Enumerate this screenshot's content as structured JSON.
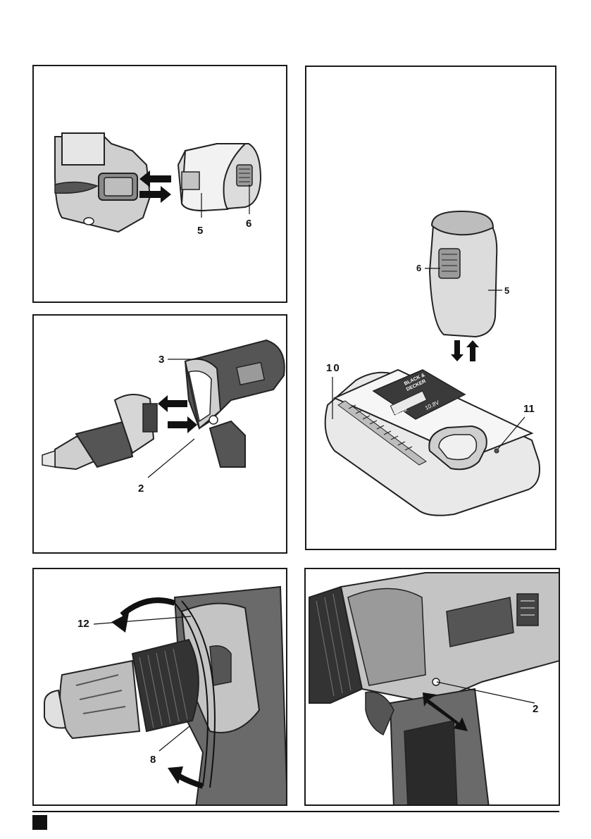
{
  "figures": [
    {
      "id": "battery-insertion",
      "callouts": [
        "5",
        "6"
      ]
    },
    {
      "id": "battery-charging",
      "callouts": [
        "6",
        "5",
        "10",
        "11"
      ],
      "charger_labels": {
        "brand_line1": "BLACK &",
        "brand_line2": "DECKER",
        "chemistry": "LITHIUM",
        "voltage": "10.8V"
      }
    },
    {
      "id": "attachment-removal",
      "callouts": [
        "3",
        "2"
      ]
    },
    {
      "id": "torque-collar",
      "callouts": [
        "12",
        "8"
      ]
    },
    {
      "id": "release-button",
      "callouts": [
        "2"
      ]
    }
  ]
}
